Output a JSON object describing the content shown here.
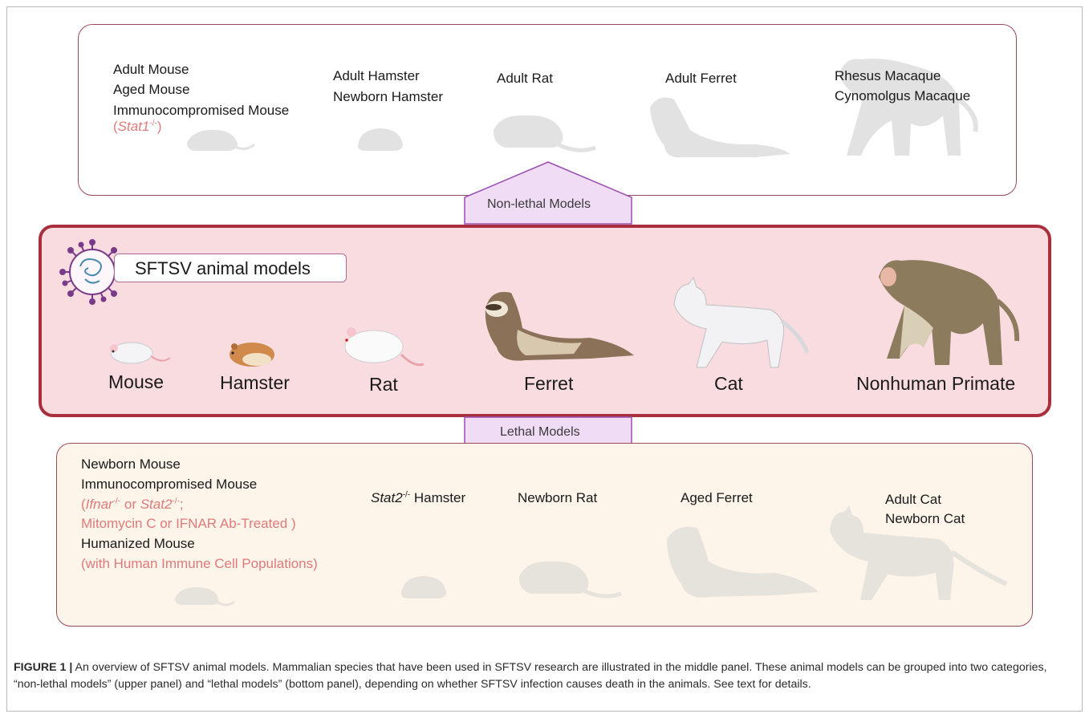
{
  "top": {
    "col1": [
      "Adult  Mouse",
      "Aged  Mouse",
      "Immunocompromised Mouse",
      "(",
      "Stat1",
      "-/-",
      ")"
    ],
    "col2": [
      "Adult  Hamster",
      "Newborn Hamster"
    ],
    "col3": "Adult Rat",
    "col4": "Adult Ferret",
    "col5": [
      "Rhesus Macaque",
      "Cynomolgus Macaque"
    ]
  },
  "arrow_top_label": "Non-lethal Models",
  "arrow_bottom_label": "Lethal Models",
  "middle": {
    "badge": "SFTSV animal models",
    "animals": [
      "Mouse",
      "Hamster",
      "Rat",
      "Ferret",
      "Cat",
      "Nonhuman Primate"
    ]
  },
  "bottom": {
    "col1": {
      "l1": "Newborn Mouse",
      "l2": "Immunocompromised Mouse",
      "l3a": "(",
      "l3b": "Ifnar",
      "l3c": "-/-",
      "l3d": " or ",
      "l3e": "Stat2",
      "l3f": "-/-",
      "l3g": ";",
      "l4": "Mitomycin C or IFNAR Ab-Treated )",
      "l5": "Humanized Mouse",
      "l6": "(with Human Immune Cell Populations)"
    },
    "col2a": "Stat2",
    "col2b": "-/-",
    "col2c": " Hamster",
    "col3": "Newborn Rat",
    "col4": "Aged Ferret",
    "col5": [
      "Adult Cat",
      "Newborn Cat"
    ]
  },
  "caption": {
    "label": "FIGURE 1 |",
    "text": " An overview of SFTSV animal models. Mammalian species that have been used in SFTSV research are illustrated in the middle panel. These animal models can be grouped into two categories, “non-lethal models” (upper panel) and “lethal models” (bottom panel), depending on whether SFTSV infection causes death in the animals. See text for details."
  },
  "colors": {
    "red_border": "#a8303e",
    "pink_fill": "#f9dcdf",
    "cream_fill": "#fdf4ea",
    "arrow_fill": "#f1dcf5",
    "arrow_stroke": "#9a4fb0",
    "pink_text": "#e07a7a"
  }
}
